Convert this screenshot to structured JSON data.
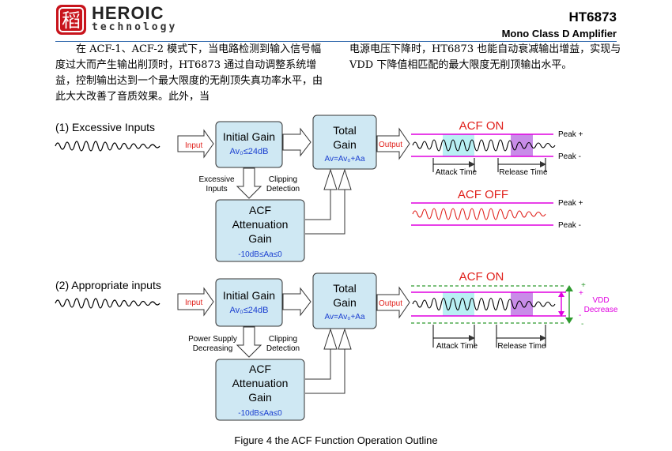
{
  "header": {
    "logo_glyph": "稻",
    "brand": "HEROIC",
    "brand_sub": "technology",
    "model": "HT6873",
    "subtitle": "Mono Class D Amplifier"
  },
  "paragraph_left": "在 ACF-1、ACF-2 模式下，当电路检测到输入信号幅度过大而产生输出削顶时，HT6873 通过自动调整系统增益，控制输出达到一个最大限度的无削顶失真功率水平，由此大大改善了音质效果。此外，当",
  "paragraph_right": "电源电压下降时，HT6873 也能自动衰减输出增益，实现与 VDD 下降值相匹配的最大限度无削顶输出水平。",
  "diagram": {
    "top": {
      "heading": "(1) Excessive Inputs",
      "input_label": "Input",
      "initial_gain_title": "Initial Gain",
      "initial_gain_formula": "Av₀≤24dB",
      "total_gain_line1": "Total",
      "total_gain_line2": "Gain",
      "total_gain_formula": "Av=Av₀+Aa",
      "output_label": "Output",
      "left_note_1": "Excessive",
      "left_note_2": "Inputs",
      "right_note_1": "Clipping",
      "right_note_2": "Detection",
      "acf_line1": "ACF",
      "acf_line2": "Attenuation",
      "acf_line3": "Gain",
      "acf_formula": "-10dB≤Aa≤0",
      "acf_on": "ACF ON",
      "acf_off": "ACF OFF",
      "peak_plus": "Peak +",
      "peak_minus": "Peak -",
      "attack_time": "Attack Time",
      "release_time": "Release Time"
    },
    "bottom": {
      "heading": "(2) Appropriate inputs",
      "input_label": "Input",
      "initial_gain_title": "Initial Gain",
      "initial_gain_formula": "Av₀≤24dB",
      "total_gain_line1": "Total",
      "total_gain_line2": "Gain",
      "total_gain_formula": "Av=Av₀+Aa",
      "output_label": "Output",
      "left_note_1": "Power Supply",
      "left_note_2": "Decreasing",
      "right_note_1": "Clipping",
      "right_note_2": "Detection",
      "acf_line1": "ACF",
      "acf_line2": "Attenuation",
      "acf_line3": "Gain",
      "acf_formula": "-10dB≤Aa≤0",
      "acf_on": "ACF ON",
      "vdd_line1": "VDD",
      "vdd_line2": "Decrease",
      "plus": "+",
      "minus": "-",
      "attack_time": "Attack Time",
      "release_time": "Release Time"
    }
  },
  "caption": "Figure 4 the ACF Function Operation Outline",
  "colors": {
    "box_fill": "#cfe8f3",
    "box_stroke": "#333333",
    "acf_red": "#e0201b",
    "formula_blue": "#1a3fd0",
    "peak_magenta": "#e000e0",
    "attack_cyan": "#b8f0f4",
    "release_purple": "#c88ce8",
    "vdd_green": "#2e9a2e"
  }
}
